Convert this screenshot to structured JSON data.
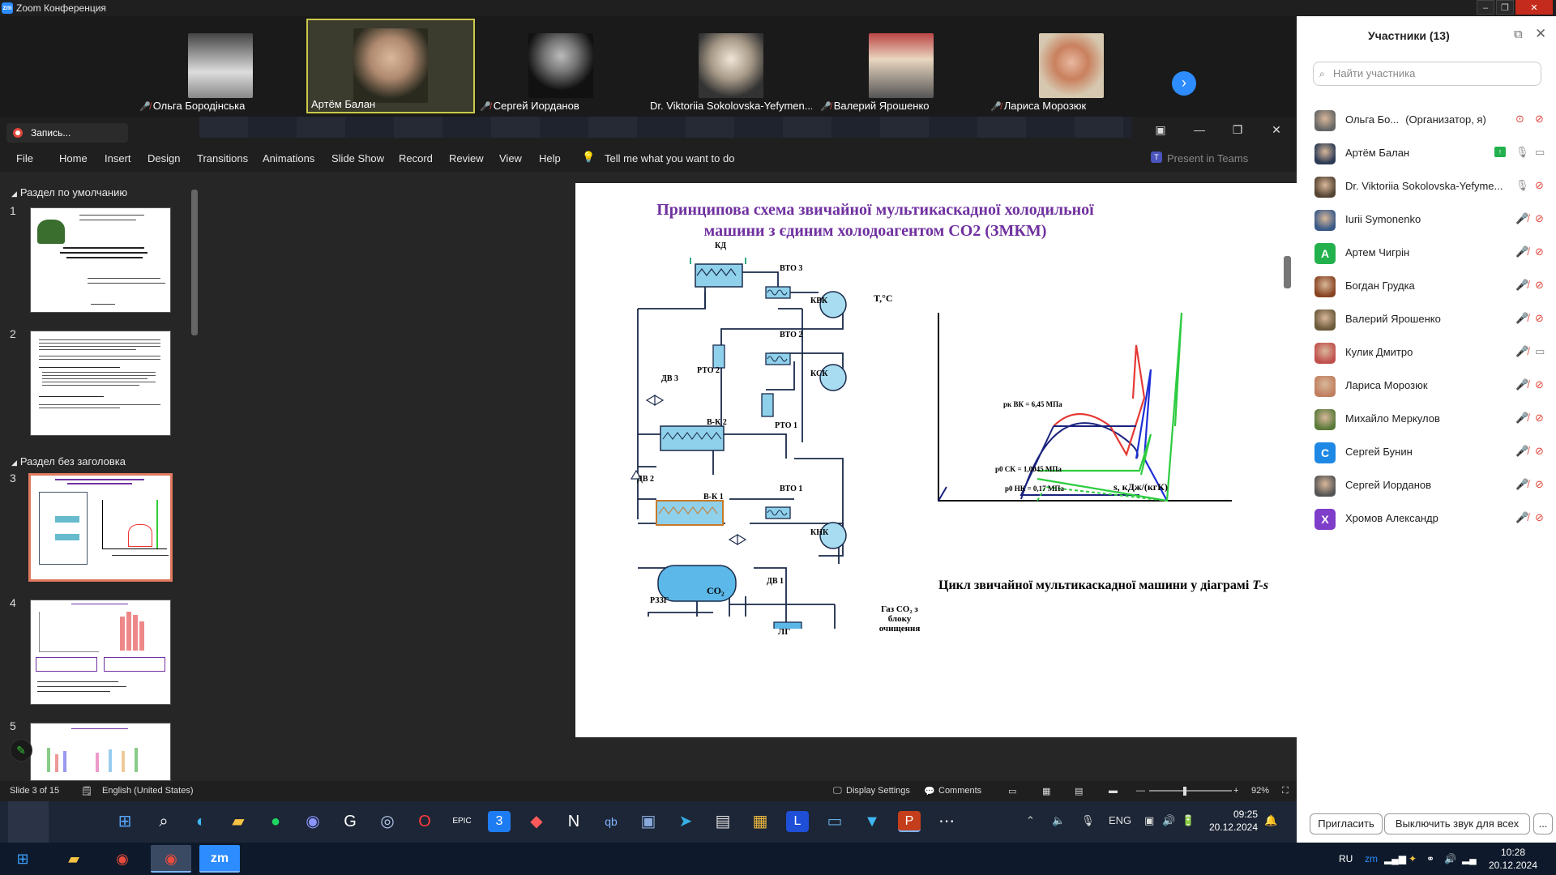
{
  "zoom": {
    "window_title": "Zoom Конференция",
    "participants_strip": [
      {
        "name": "Ольга Бородінська",
        "muted": true
      },
      {
        "name": "Артём Балан",
        "muted": false,
        "active": true
      },
      {
        "name": "Сергей Иорданов",
        "muted": true
      },
      {
        "name": "Dr. Viktoriia Sokolovska-Yefymen...",
        "muted": false
      },
      {
        "name": "Валерий Ярошенко",
        "muted": true
      },
      {
        "name": "Лариса Морозюк",
        "muted": true
      }
    ],
    "recording_label": "Запись...",
    "panel": {
      "title": "Участники (13)",
      "search_placeholder": "Найти участника",
      "participants": [
        {
          "name": "Ольга Бо...",
          "role": "(Организатор, я)",
          "avatar": "photo",
          "color": "#666666"
        },
        {
          "name": "Артём Балан",
          "avatar": "photo",
          "color": "#2b3a55"
        },
        {
          "name": "Dr. Viktoriia Sokolovska-Yefyme...",
          "avatar": "photo",
          "color": "#554433"
        },
        {
          "name": "Iurii Symonenko",
          "avatar": "photo",
          "color": "#3a5a88"
        },
        {
          "name": "Артем Чигрін",
          "avatar": "A",
          "color": "#22b14c"
        },
        {
          "name": "Богдан Грудка",
          "avatar": "photo",
          "color": "#884422"
        },
        {
          "name": "Валерий Ярошенко",
          "avatar": "photo",
          "color": "#6b5a3a"
        },
        {
          "name": "Кулик Дмитро",
          "avatar": "photo",
          "color": "#c0504d"
        },
        {
          "name": "Лариса Морозюк",
          "avatar": "photo",
          "color": "#c08060"
        },
        {
          "name": "Михайло Меркулов",
          "avatar": "photo",
          "color": "#5a7a3a"
        },
        {
          "name": "Сергей Бунин",
          "avatar": "С",
          "color": "#1e88e5"
        },
        {
          "name": "Сергей Иорданов",
          "avatar": "photo",
          "color": "#555555"
        },
        {
          "name": "Хромов Александр",
          "avatar": "Х",
          "color": "#7e3ec9"
        }
      ],
      "invite_button": "Пригласить",
      "mute_all_button": "Выключить звук для всех",
      "more_button": "..."
    }
  },
  "ppt": {
    "menu": [
      "File",
      "Home",
      "Insert",
      "Design",
      "Transitions",
      "Animations",
      "Slide Show",
      "Record",
      "Review",
      "View",
      "Help"
    ],
    "tell_me": "Tell me what you want to do",
    "present_in_teams": "Present in Teams",
    "sections": [
      {
        "title": "Раздел по умолчанию"
      },
      {
        "title": "Раздел без заголовка"
      }
    ],
    "slide_numbers": [
      "1",
      "2",
      "3",
      "4",
      "5"
    ],
    "slide": {
      "title_line1": "Принципова схема звичайної мультикаскадної холодильної",
      "title_line2": "машини з єдиним холодоагентом CO2 (ЗМКМ)",
      "caption": "Цикл звичайної  мультикаскадної машини у діаграмі ",
      "caption_italic": "T-s",
      "axis_y": "T,°C",
      "axis_x": "s, кДж/(кгК)",
      "labels": {
        "kd": "КД",
        "vto3": "ВТО 3",
        "vto2": "ВТО 2",
        "vto1": "ВТО 1",
        "kvk": "КВК",
        "ksk": "КСК",
        "knk": "КНК",
        "rto2": "РТО 2",
        "rto1": "РТО 1",
        "dv3": "ДВ 3",
        "dv2": "ДВ 2",
        "dv1": "ДВ 1",
        "vk2": "В-К 2",
        "vk1": "В-К 1",
        "rzzg": "РЗЗГ",
        "co2": "CO₂",
        "lg": "ЛГ",
        "gas_line1": "Газ CO₂ з",
        "gas_line2": "блоку",
        "gas_line3": "очищення",
        "p_vk": "pк ВК = 6,45 МПа",
        "p_sk": "p0 CK = 1,0045 МПа",
        "p_nk": "p0 НК = 0,17 МПа"
      }
    },
    "status": {
      "slide_of": "Slide 3 of 15",
      "language": "English (United States)",
      "display_settings": "Display Settings",
      "comments": "Comments",
      "zoom": "92%"
    }
  },
  "remote_taskbar": {
    "lang": "ENG",
    "time": "09:25",
    "date": "20.12.2024"
  },
  "local_taskbar": {
    "lang": "RU",
    "time": "10:28",
    "date": "20.12.2024"
  }
}
